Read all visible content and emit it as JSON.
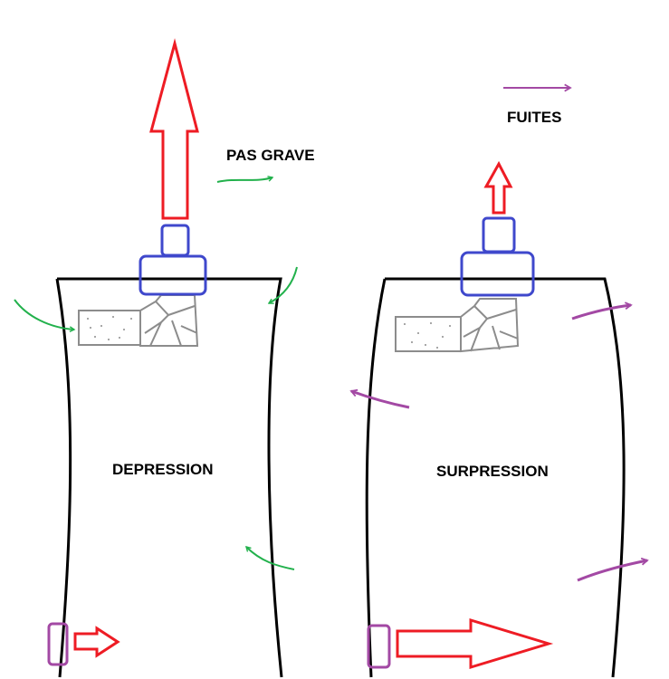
{
  "labels": {
    "pas_grave": "PAS GRAVE",
    "fuites": "FUITES",
    "depression": "DEPRESSION",
    "surpression": "SURPRESSION"
  },
  "colors": {
    "outline": "#000000",
    "exhaust_arrow": "#ee1c24",
    "connector": "#3f48cc",
    "inflow_arrow": "#22b14c",
    "leak_arrow": "#a349a4",
    "filter": "#8c8c8c"
  }
}
